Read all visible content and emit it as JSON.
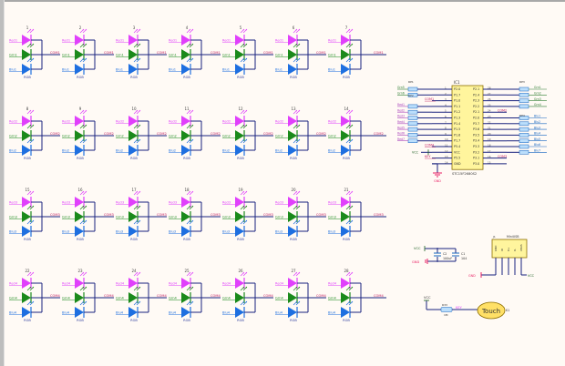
{
  "schematic": {
    "colors": {
      "background": "#fffaf5",
      "wire": "#1a237e",
      "red_led": "#e040fb",
      "green_led": "#1b8a1b",
      "blue_led": "#1e6fe0",
      "net_label": "#c2185b",
      "net_label_blue": "#283593",
      "ic_fill": "#fff59d",
      "ic_border": "#8d6e00",
      "resistor_fill": "#bbdefb",
      "touch_fill": "#ffe066",
      "gnd": "#e91e63",
      "vcc": "#1b5e20"
    },
    "led_pin_labels": {
      "red": "Red",
      "green": "Grn",
      "blue": "Blu",
      "part": "RGB"
    },
    "led_rows": [
      {
        "com": "COM1",
        "leds": [
          "1",
          "2",
          "3",
          "4",
          "5",
          "6",
          "7"
        ],
        "pin_suffix": [
          "1",
          "1",
          "1",
          "1",
          "1",
          "1",
          "1"
        ]
      },
      {
        "com": "COM2",
        "leds": [
          "8",
          "9",
          "10",
          "11",
          "12",
          "13",
          "14"
        ],
        "pin_suffix": [
          "2",
          "2",
          "2",
          "2",
          "2",
          "2",
          "2"
        ]
      },
      {
        "com": "COM3",
        "leds": [
          "15",
          "16",
          "17",
          "18",
          "19",
          "20",
          "21"
        ],
        "pin_suffix": [
          "3",
          "3",
          "3",
          "3",
          "3",
          "3",
          "3"
        ]
      },
      {
        "com": "COM4",
        "leds": [
          "22",
          "23",
          "24",
          "25",
          "26",
          "27",
          "28"
        ],
        "pin_suffix": [
          "4",
          "4",
          "4",
          "4",
          "4",
          "4",
          "4"
        ]
      }
    ],
    "mcu": {
      "ref": "IC1",
      "part": "STC15F2K60S2",
      "left_pins": [
        "P2.0",
        "P1.7",
        "P1.0",
        "P1.1",
        "P1.2",
        "P1.3",
        "P1.4",
        "P1.5",
        "P1.6",
        "P1.7",
        "P5.4",
        "VCC",
        "P5.5",
        "GND"
      ],
      "right_pins": [
        "P2.1",
        "P2.4",
        "P2.3",
        "P2.2",
        "P2.1",
        "P2.0",
        "P3.7",
        "P3.6",
        "P3.5",
        "P3.4",
        "P3.3",
        "P3.2",
        "P3.1",
        "P3.0"
      ],
      "left_pin_numbers": [
        "1",
        "2",
        "3",
        "4",
        "5",
        "6",
        "7",
        "8",
        "9",
        "10",
        "11",
        "12",
        "13",
        "14"
      ],
      "right_pin_numbers": [
        "28",
        "27",
        "26",
        "25",
        "24",
        "23",
        "22",
        "21",
        "20",
        "19",
        "18",
        "17",
        "16",
        "15"
      ],
      "left_nets": [
        "Grn5",
        "Grn6",
        "COM1",
        "Red1",
        "Red2",
        "Red3",
        "Red4",
        "Red5",
        "Red6",
        "Red7",
        "COM4",
        "VCC",
        "KEY",
        "GND"
      ],
      "right_nets": [
        "Grn1",
        "Grn2",
        "Grn3",
        "Grn4",
        "COM2",
        "Blu1",
        "Blu2",
        "Blu3",
        "Blu4",
        "Blu5",
        "Blu6",
        "Blu7",
        "COM3",
        ""
      ],
      "resistor_arrays": [
        "RP1",
        "RP2",
        "RP3",
        "RP4"
      ],
      "gnd_label": "GND"
    },
    "power": {
      "vcc_label": "VCC",
      "gnd_label": "GND",
      "c2_ref": "C2",
      "c2_value": "100uF",
      "c1_ref": "C1",
      "c1_value": "104"
    },
    "header": {
      "ref": "J1",
      "title": "MiniUSB",
      "pins": [
        "GND",
        "ID",
        "D+",
        "D-",
        "VBUS"
      ],
      "gnd_label": "GND",
      "vcc_label": "VCC"
    },
    "touch": {
      "vcc_label": "VCC",
      "resistor_ref": "R33",
      "resistor_value": "1M",
      "net": "KEY",
      "pad_label": "Touch",
      "pad_ref": "K1"
    }
  }
}
